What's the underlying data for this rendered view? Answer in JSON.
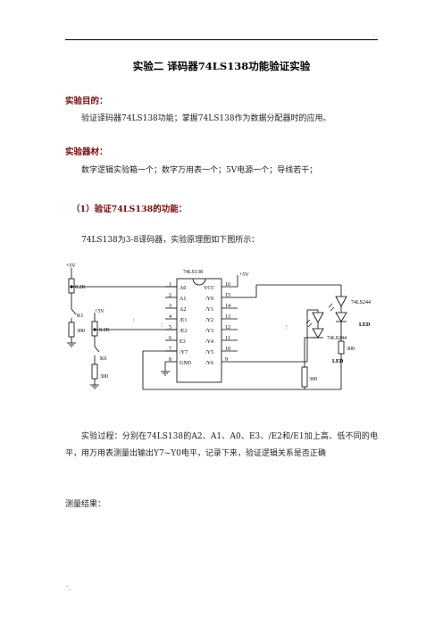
{
  "header_mark": ".",
  "footer_mark": "`.",
  "title": "实验二  译码器74LS138功能验证实验",
  "purpose": {
    "heading": "实验目的：",
    "text": "验证译码器74LS138功能；掌握74LS138作为数据分配器时的应用。"
  },
  "materials": {
    "heading": "实验器材：",
    "text": "数字逻辑实验箱一个；数字万用表一个；5V电源一个；导线若干；"
  },
  "section1": {
    "heading": "（1）验证74LS138的功能：",
    "intro": "74LS138为3-8译码器，实验原理图如下图所示："
  },
  "circuit": {
    "chip_name": "74LS138",
    "vcc_label": "VCC",
    "supply_label": "+5V",
    "left_pins": [
      {
        "num": "1",
        "name": "A0"
      },
      {
        "num": "2",
        "name": "A1"
      },
      {
        "num": "3",
        "name": "A2"
      },
      {
        "num": "4",
        "name": "/E1"
      },
      {
        "num": "5",
        "name": "/E2"
      },
      {
        "num": "6",
        "name": "E3"
      },
      {
        "num": "7",
        "name": "/Y7"
      },
      {
        "num": "8",
        "name": "GND"
      }
    ],
    "right_pins": [
      {
        "num": "16",
        "name": ""
      },
      {
        "num": "15",
        "name": "/Y0"
      },
      {
        "num": "14",
        "name": "/Y1"
      },
      {
        "num": "13",
        "name": "/Y2"
      },
      {
        "num": "12",
        "name": "/Y3"
      },
      {
        "num": "11",
        "name": "/Y4"
      },
      {
        "num": "10",
        "name": "/Y5"
      },
      {
        "num": "9",
        "name": "/Y6"
      }
    ],
    "resistor_8k2_a": "8.2K",
    "resistor_8k2_b": "8.2K",
    "switch_k1": "K1",
    "switch_k6": "K6",
    "resistor_300_a": "300",
    "resistor_300_b": "300",
    "resistor_300_c": "300",
    "resistor_300_d": "300",
    "inverter_a": "74LS244",
    "inverter_b": "74LS244",
    "led_a": "LED",
    "led_b": "LED"
  },
  "procedure": "实验过程：分别在74LS138的A2、A1、A0、E3、/E2和/E1加上高、低不同的电平，用万用表测量出输出Y7~Y0电平，记录下来，验证逻辑关系是否正确",
  "results_label": "测量结果："
}
